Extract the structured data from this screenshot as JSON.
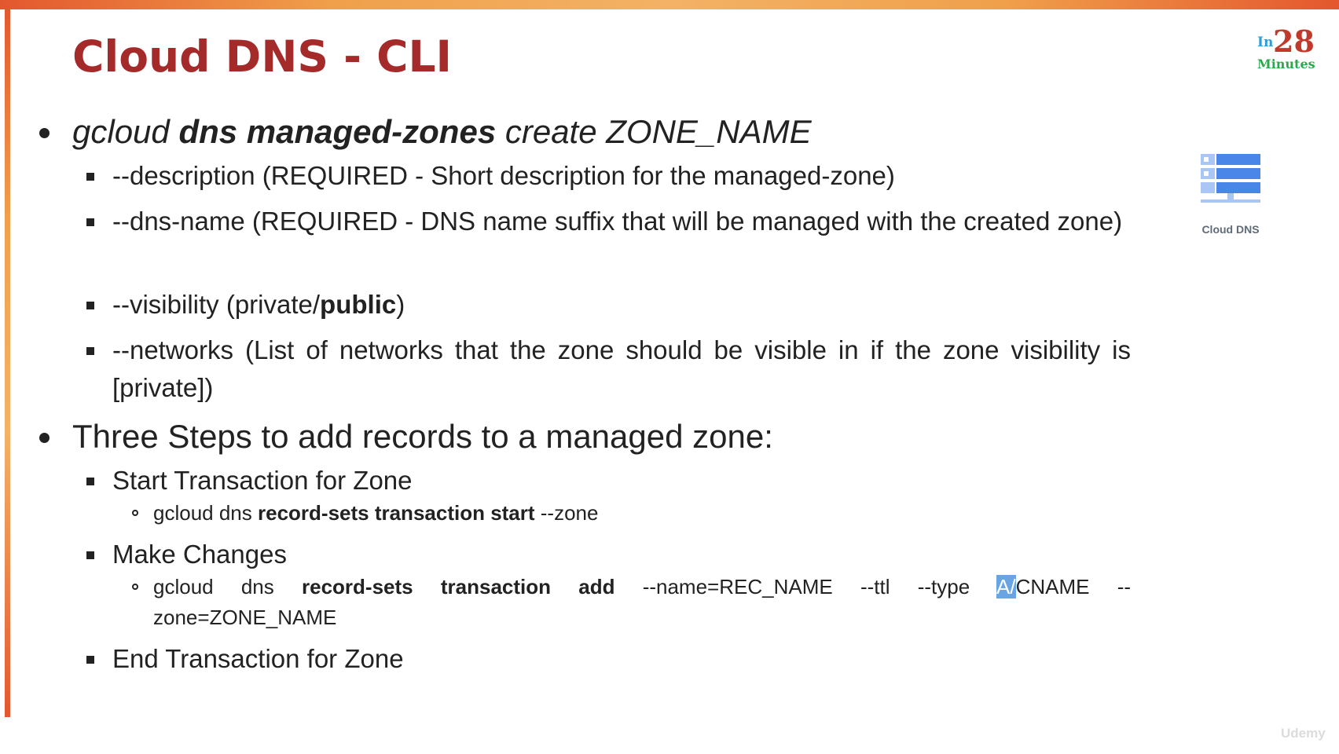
{
  "slide": {
    "title": "Cloud DNS - CLI",
    "logo": {
      "in": "In",
      "number": "28",
      "minutes": "Minutes"
    },
    "side_icon": {
      "icon": "cloud-dns-icon",
      "caption": "Cloud DNS"
    },
    "watermark": "Udemy"
  },
  "bullets": {
    "b1": {
      "parts": [
        "gcloud ",
        "dns managed-zones",
        " create ZONE_NAME"
      ],
      "subs": [
        {
          "text": "--description (REQUIRED - Short description for the managed-zone)"
        },
        {
          "text": "--dns-name (REQUIRED - DNS name suffix that will be managed with the created zone)"
        },
        {
          "prefix": "--visibility (private/",
          "bold": "public",
          "suffix": ")"
        },
        {
          "text": "--networks (List of networks that the zone should be visible in if the zone visibility is [private])"
        }
      ]
    },
    "b2": {
      "text": "Three Steps to add records to a managed zone:",
      "steps": [
        {
          "label": "Start Transaction for Zone",
          "cmd": {
            "a": "gcloud dns ",
            "b": "record-sets transaction start",
            "c": " --zone"
          }
        },
        {
          "label": "Make Changes",
          "cmd": {
            "a": "gcloud dns ",
            "b": "record-sets transaction add",
            "c": " --name=REC_NAME --ttl --type ",
            "hl": "A/",
            "d": "CNAME --",
            "e": "zone=ZONE_NAME"
          }
        },
        {
          "label": "End Transaction for Zone"
        }
      ]
    }
  },
  "colors": {
    "title": "#a52a2a",
    "accent_bar": "#f0a04b",
    "accent_bar_end": "#e4572e",
    "logo_in": "#2e9fd6",
    "logo_number": "#c0392b",
    "logo_minutes": "#2aa84a",
    "icon_blue": "#4a86e8",
    "highlight": "#6aa5e3"
  }
}
